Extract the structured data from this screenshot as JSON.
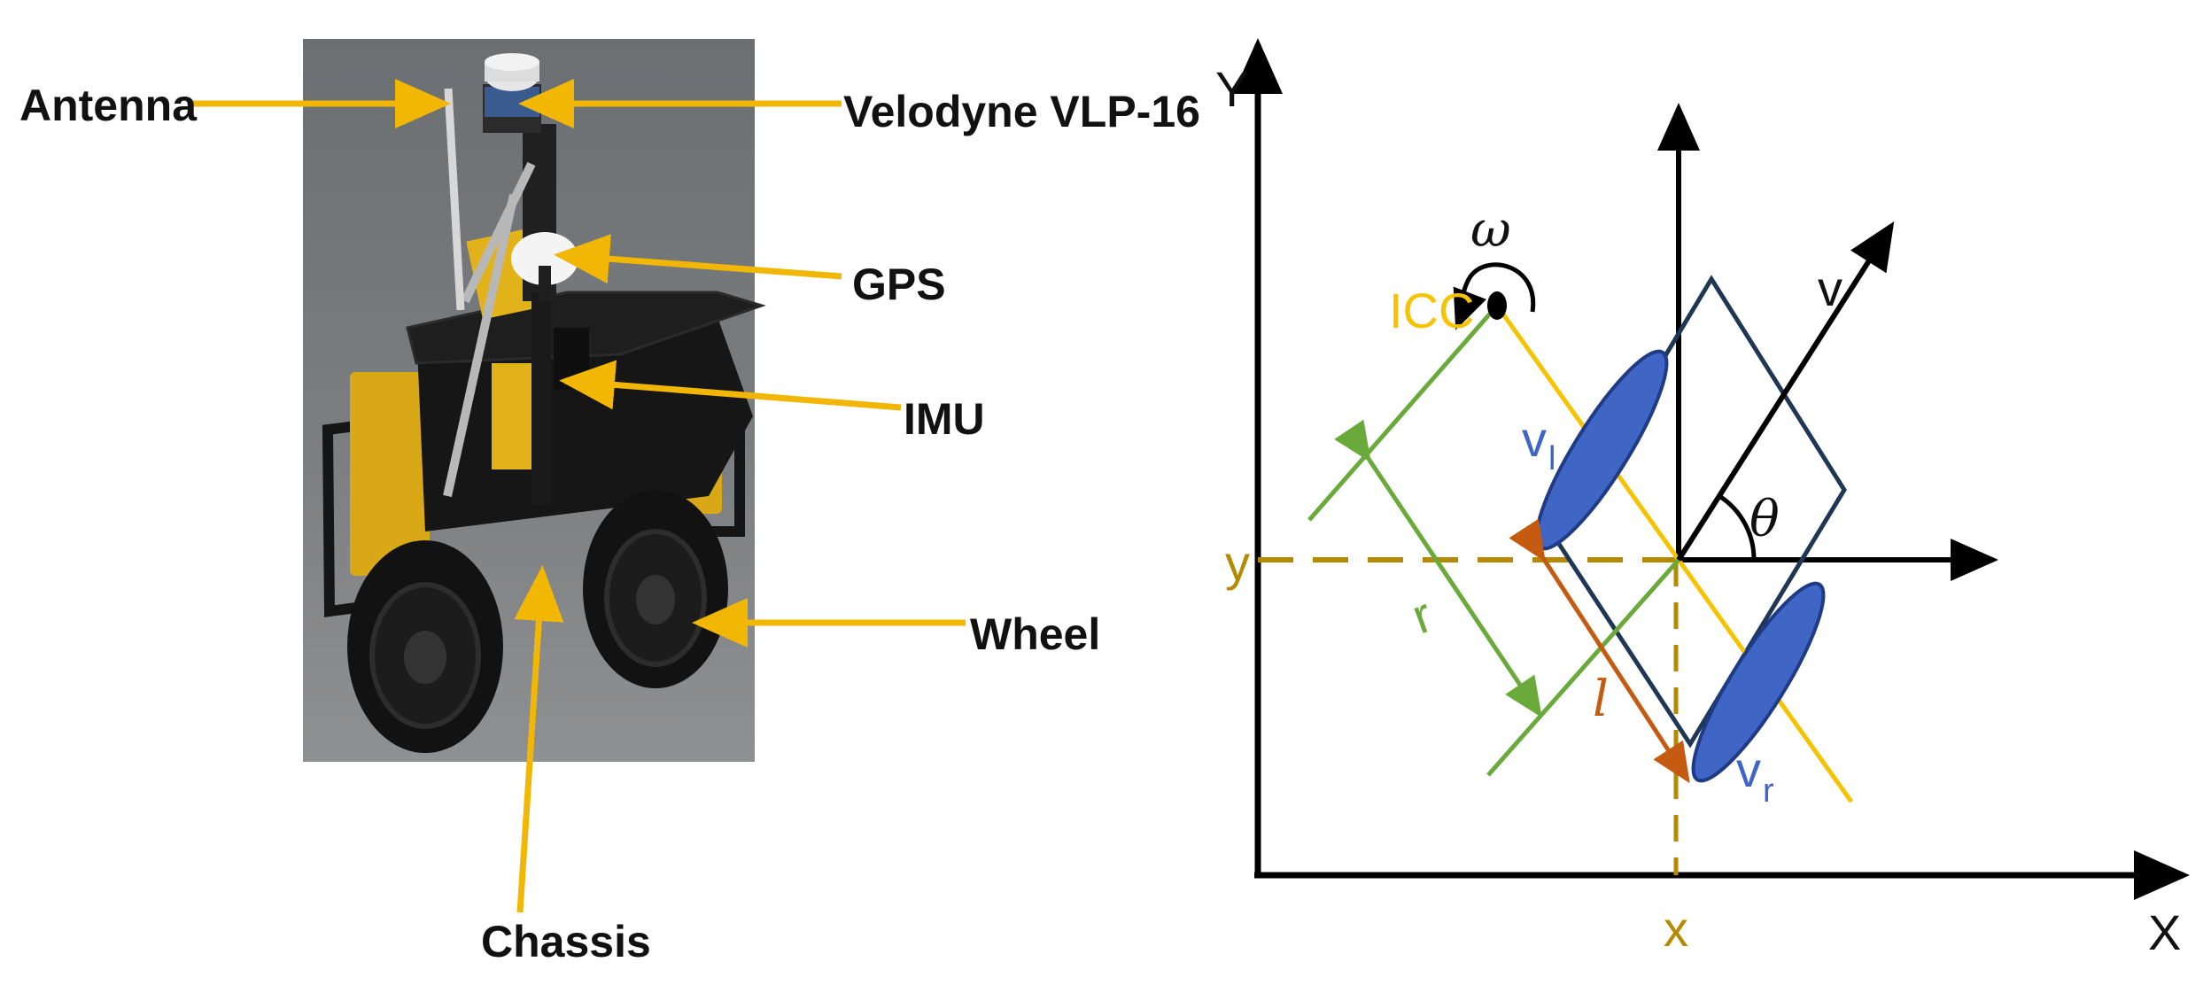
{
  "robot_labels": {
    "antenna": "Antenna",
    "lidar": "Velodyne VLP-16",
    "gps": "GPS",
    "imu": "IMU",
    "wheel": "Wheel",
    "chassis": "Chassis"
  },
  "kinematics": {
    "axis_x": "X",
    "axis_y": "Y",
    "x_mark": "x",
    "y_mark": "y",
    "icc": "ICC",
    "omega": "ω",
    "v": "v",
    "theta": "θ",
    "v_left": "v",
    "v_left_sub": "l",
    "v_right": "v",
    "v_right_sub": "r",
    "r": "r",
    "l": "l"
  },
  "colors": {
    "callout": "#f2b705",
    "icc": "#f6c300",
    "projection": "#b58a00",
    "green": "#6aaa3a",
    "blue_wheel": "#3f66c4",
    "body_outline": "#1f3654",
    "half_axle": "#c55a11",
    "black": "#000000"
  }
}
